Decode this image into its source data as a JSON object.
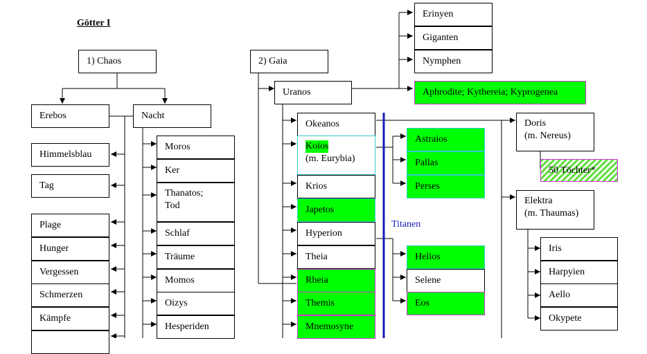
{
  "title": "Götter I",
  "titanen_label": "Titanen",
  "colors": {
    "highlight": "#00ff00",
    "titan_border": "#cc33cc",
    "cyan_border": "#33cccc",
    "titan_line": "#1a1ab8"
  },
  "nodes": {
    "chaos": "1) Chaos",
    "erebos": "Erebos",
    "nacht": "Nacht",
    "himmelsblau": "Himmelsblau",
    "tag": "Tag",
    "plage": "Plage",
    "hunger": "Hunger",
    "vergessen": "Vergessen",
    "schmerzen": "Schmerzen",
    "kaempfe": "Kämpfe",
    "moros": "Moros",
    "ker": "Ker",
    "thanatos_1": "Thanatos;",
    "thanatos_2": "Tod",
    "schlaf": "Schlaf",
    "traeume": "Träume",
    "momos": "Momos",
    "oizys": "Oizys",
    "hesperiden": "Hesperiden",
    "gaia": "2) Gaia",
    "uranos": "Uranos",
    "erinyen": "Erinyen",
    "giganten": "Giganten",
    "nymphen": "Nymphen",
    "aphrodite": "Aphrodite; Kythereia; Kyprogenea",
    "okeanos": "Okeanos",
    "koios_1": "Koios",
    "koios_2": "(m. Eurybia)",
    "krios": "Krios",
    "japetos": "Japetos",
    "hyperion": "Hyperion",
    "theia": "Theia",
    "rheia": "Rheia",
    "themis": "Themis",
    "mnemosyne": "Mnemosyne",
    "astraios": "Astraios",
    "pallas": "Pallas",
    "perses": "Perses",
    "helios": "Helios",
    "selene": "Selene",
    "eos": "Eos",
    "doris_1": "Doris",
    "doris_2": "(m. Nereus)",
    "toechter": "50 Töchter*",
    "elektra_1": "Elektra",
    "elektra_2": "(m. Thaumas)",
    "iris": "Iris",
    "harpyien": "Harpyien",
    "aello": "Aello",
    "okypete": "Okypete"
  }
}
